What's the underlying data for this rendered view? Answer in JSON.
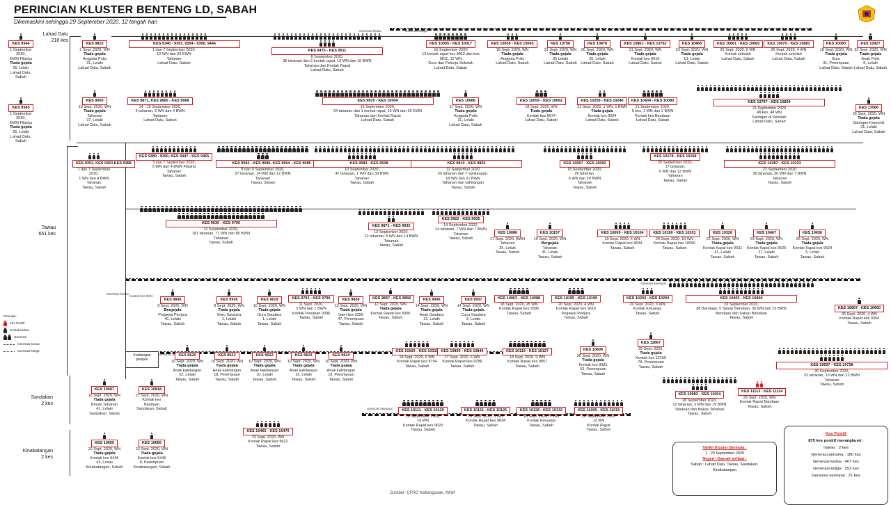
{
  "header": {
    "title": "PERINCIAN KLUSTER BENTENG LD, SABAH",
    "subtitle": "Dikemaskini sehingga 29 September 2020, 12 tengah hari"
  },
  "regions": {
    "lahad_datu": "Lahad Datu\n218 kes",
    "tawau": "Tawau\n651 kes",
    "sandakan": "Sandakan\n2 kes",
    "kinabatangan": "Kinabatangan\n2 kes"
  },
  "nodes": [
    {
      "id": "k9344",
      "label": "KES 9344",
      "detail": "1 September 2020,\nEWN Filipina",
      "tg": "Tiada gejala",
      "after": "55 Lelaki\nLahad Datu, Sabah"
    },
    {
      "id": "k9345",
      "label": "KES 9345",
      "detail": "1 September 2020,\nEWN Filipina",
      "tg": "Tiada gejala",
      "after": "26, Lelaki\nLahad Datu, Sabah"
    },
    {
      "id": "k9815",
      "label": "KES 9815",
      "detail": "2 Sept. 2020, WN",
      "tg": "Tiada gejala",
      "after": "Anggota Polis\n31, Lelaki\nLahad Datu, Sabah"
    },
    {
      "id": "k9346",
      "label": "KES 9346 - 9353, 9354 - 9356, 9446",
      "detail": "1 dan 7 September 2020,\n12 WN dan 26 EWN\nTahanan\nLahad Datu, Sabah",
      "tg": "",
      "after": ""
    },
    {
      "id": "k6475",
      "label": "KES 6475 - KES 9511",
      "detail": "8 September 2020,\n35 tahanan dan 2 kontak rapat, 13 WN dan 10 BWN\nTahanan dan Kontak Rapat\nLahad Datu, Sabah",
      "tg": "",
      "after": ""
    },
    {
      "id": "k10005",
      "label": "KES 10005 - KES 10017",
      "detail": "15 September 2020\n13 kontak rapat kes 9812 dan kes 9811, 12 WN\nGuru dan Pekerja Sekolah\nLahad Datu, Sabah",
      "tg": "",
      "after": ""
    },
    {
      "id": "k10058",
      "label": "KES 10058 - KES 10065",
      "detail": "18 Sept. 2020, WN",
      "tg": "Tiada gejala",
      "after": "Anggota Polis\nLahad Datu, Sabah"
    },
    {
      "id": "k10758",
      "label": "KES 10758",
      "detail": "21 Sept. 2020, WN",
      "tg": "Tiada gejala",
      "after": "35 Lelaki\nLahad Datu, Sabah"
    },
    {
      "id": "k10878",
      "label": "KES 10878",
      "detail": "26 Sept. 2020, WN",
      "tg": "Tiada gejala",
      "after": "25, Lelaki\nLahad Datu, Sabah"
    },
    {
      "id": "k10861",
      "label": "KES 10861 - KES 10762",
      "detail": "21 Sept. 2020, WN",
      "tg": "Tiada gejala",
      "after": "Kontak kes 9010\nLahad Datu, Sabah"
    },
    {
      "id": "k10468",
      "label": "KES 10468",
      "detail": "23 Sept. 2020, WN",
      "tg": "Tiada gejala",
      "after": "13, Lelaki\nLahad Datu, Sabah"
    },
    {
      "id": "k10661",
      "label": "KES 10661 - KES 10665",
      "detail": "25 Sept. 2020, 5 WN",
      "tg": "",
      "after": "Kontak sekolah\nLahad Datu, Sabah"
    },
    {
      "id": "k10670",
      "label": "KES 10670 - KES 10883",
      "detail": "26 Sept. 2020, 4 WN",
      "tg": "",
      "after": "Kontak sekolah\nLahad Datu, Sabah"
    },
    {
      "id": "k10080",
      "label": "KES 10080",
      "detail": "18 Sept. 2020, WN",
      "tg": "Tiada gejala",
      "after": "Guru\n31, Perempuan\nLahad Datu, Sabah"
    },
    {
      "id": "k10927",
      "label": "KES 10927",
      "detail": "22 Sept. 2020, WN",
      "tg": "Tiada gejala",
      "after": "Anak Polis\n5, Lelaki\nLahad Datu, Sabah"
    },
    {
      "id": "k9050",
      "label": "KES 9050",
      "detail": "18 Sept. 2020, WN",
      "tg": "Tiada gejala",
      "after": "Tahanan\n37, Lelaki\nLahad Datu, Sabah"
    },
    {
      "id": "k9871",
      "label": "KES 9871, KES 9865 - KES 9968",
      "detail": "14 - 15 September 2020,\n3 tahanan, 3 WN dan 4 BWN\nTahanan\nLahad Datu, Sabah",
      "tg": "",
      "after": ""
    },
    {
      "id": "k9870",
      "label": "KES 9870 - KES 10004",
      "detail": "16 September 2020,\n34 tahanan dan 1 kontak rapat, 15 WN dan 20 EWN\nTahanan dan Kontak Rapat\nLahad Datu, Sabah",
      "tg": "",
      "after": ""
    },
    {
      "id": "k10086",
      "label": "KES 10086",
      "detail": "17 Sept. 2020, WN",
      "tg": "Tiada gejala",
      "after": "Anggota Polis\n31, Lelaki\nLahad Datu, Sabah"
    },
    {
      "id": "k10059",
      "label": "KES 10059 - KES 10062",
      "detail": "18 Sept. 2020, WN",
      "tg": "Tiada gejala",
      "after": "Kontak kes 9974\nLahad Datu, Sabah"
    },
    {
      "id": "k10259",
      "label": "KES 10259 - KES 10240",
      "detail": "21 Sept. 2020, 1 WN, 1 BWN",
      "tg": "Tiada gejala",
      "after": "Kontak kes 9604\nLahad Datu, Sabah"
    },
    {
      "id": "k10404",
      "label": "KES 10404 - KES 10080",
      "detail": "21 September 2020,\n5 kes, 1 WN dan 2 BWN\nKontak kes Bandaan\nLahad Datu, Sabah",
      "tg": "",
      "after": ""
    },
    {
      "id": "k10797",
      "label": "KES 10797 - KES 10834",
      "detail": "21 September 2020\n48 kes, 48 WN\nSaringan di Sekolah\nLahad Datu, Sabah",
      "tg": "",
      "after": ""
    },
    {
      "id": "k13566",
      "label": "KES 13566",
      "detail": "26 Sept. 2020, WN",
      "tg": "Tiada gejala",
      "after": "Saringan Komuniti\n31, Lelaki\nLahad Datu, Sabah"
    },
    {
      "id": "k9353",
      "label": "KES 9353, KES 9363 KES 9368",
      "detail": "1 dan 3 September 2020,\n1 WN dan 4 BWN\nTahanan\nTawau, Sabah",
      "tg": "",
      "after": ""
    },
    {
      "id": "k9389",
      "label": "KES 9389 - 9390, KES 9447 - KES 9455",
      "detail": "3 dan 7 September 2020,\n5 WN dan 4 BWN Filipina\nTahanan\nTawau, Sabah",
      "tg": "",
      "after": ""
    },
    {
      "id": "k9582",
      "label": "KES 9582 - KES 9586, KES 9564 - KES 9585",
      "detail": "8 dan 9 September 2020,\n27 tahanan, 14 WN dan 12 BWN\nTahanan\nTawau, Sabah",
      "tg": "",
      "after": ""
    },
    {
      "id": "k9583",
      "label": "KES 9583 - KES 9638",
      "detail": "10 September 2020,\n47 tahanan, 1 WN dan 39 BWN\nTahanan\nTawau, Sabah",
      "tg": "",
      "after": ""
    },
    {
      "id": "k9810",
      "label": "KES 9810 - KES 9835",
      "detail": "12 September 2020\n30 tahanan dan 7 sahitangan,\n18 WN dan 21 BWN\nTahanan dan sahitangan\nTawau, Sabah",
      "tg": "",
      "after": ""
    },
    {
      "id": "k10067",
      "label": "KES 10067 - KES 10092",
      "detail": "18 September 2020,\n26 tahanan,\n6 WN dan 20 BWN\nTahanan\nTawau, Sabah",
      "tg": "",
      "after": ""
    },
    {
      "id": "k10178",
      "label": "KES 10178 - KES 10194",
      "detail": "20 September 2020,\n17 tahanan,\n5 WN dan 12 BWN\nTahanan\nTawau, Sabah",
      "tg": "",
      "after": ""
    },
    {
      "id": "k10287",
      "label": "KES 10287 - KES 10323",
      "detail": "22 September 2020\n36 tahanan, 36 WN dan 7 BWN\nTahanan\nTawau, Sabah",
      "tg": "",
      "after": ""
    },
    {
      "id": "k9630",
      "label": "KES 9630 - KES 9700",
      "detail": "11 September 2020,\n181 tahanan, 71 WN dan 80 BWN\nTahanan\nTawau, Sabah",
      "tg": "",
      "after": ""
    },
    {
      "id": "k9871b",
      "label": "KES 9871 - KES 9632",
      "detail": "13 September 2020,\n22 tahanan, 8 WN dan 14 BWN\nTahanan\nTawau, Sabah",
      "tg": "",
      "after": ""
    },
    {
      "id": "k9922",
      "label": "KES 9922 - KES 9935",
      "detail": "14 September 2020,\n14 tahanan, 7 WN dan 7 BWN\nTahanan\nTawau, Sabah",
      "tg": "",
      "after": ""
    },
    {
      "id": "k10086b",
      "label": "KES 10086",
      "detail": "17 Sept. 2020, BWN\nTahanan\n25, Lelaki\nTawau, Sabah",
      "tg": "",
      "after": ""
    },
    {
      "id": "k10157",
      "label": "KES 10157",
      "detail": "19 Sept. 2020, WN",
      "tg": "Bergejala",
      "after": "Tahanan\n41, Lelaki\nTawau, Sabah"
    },
    {
      "id": "k10099",
      "label": "KES 10099 - KES 10104",
      "detail": "19 Sept. 2020, 6 WN\nKontak Rapat kes 9634\nTawau, Sabah",
      "tg": "",
      "after": ""
    },
    {
      "id": "k10190",
      "label": "KES 10190 - KES 10201",
      "detail": "20 Sept. 2020, 10 WN\nKontak Rapat kes 10090\nTawau, Sabah",
      "tg": "",
      "after": ""
    },
    {
      "id": "k10326",
      "label": "KES 10326",
      "detail": "22 Sept. 2020, WN",
      "tg": "Tiada gejala",
      "after": "Kontak Kapal kes 9631\n41, Lelaki\nTawau, Sabah"
    },
    {
      "id": "k10467",
      "label": "KES 10467",
      "detail": "23 Sept. 2020, WN",
      "tg": "Tiada gejala",
      "after": "Kontak Kapal kes 9626\n27, Lelaki\nTawau, Sabah"
    },
    {
      "id": "k10636",
      "label": "KES 10636",
      "detail": "26 Sept. 2020, WN",
      "tg": "Tiada gejala",
      "after": "Kontak Kapal kes 9624\n3, Lelaki\nTawau, Sabah"
    },
    {
      "id": "k9836",
      "label": "KES 9836",
      "detail": "9 Sept. 2020, WN",
      "tg": "Bergejala",
      "after": "Pegawai Penjara\n40, Lelaki\nTawau, Sabah"
    },
    {
      "id": "k9936",
      "label": "KES 9936",
      "detail": "8 Sept. 2020, WN",
      "tg": "Tiada gejala",
      "after": "Guru Saudara\n1, Lelaki\nTawau, Sabah"
    },
    {
      "id": "k9619",
      "label": "KES 9619",
      "detail": "10 Sept. 2020, WN",
      "tg": "Tiada gejala",
      "after": "Guru Saudara\n1, Lelaki\nTawau, Sabah"
    },
    {
      "id": "k9791",
      "label": "KES 9791 - KES 9796",
      "detail": "11 Sept. 2020,\n5 WN dan 1 BWN",
      "tg": "",
      "after": "Kontak Penahan 9396\nTawau, Sabah"
    },
    {
      "id": "k9834",
      "label": "KES 9834",
      "detail": "12 Sept. 2020, WN",
      "tg": "Tiada gejala",
      "after": "Isteri kes 9396\n47, Perempuan\nTawau, Sabah"
    },
    {
      "id": "k9857",
      "label": "KES 9857 - KES 9858",
      "detail": "12 Sept. 2020, WN",
      "tg": "Tiada gejala",
      "after": "Kontak Rapat kes 9396\nTawau, Sabah"
    },
    {
      "id": "k9906",
      "label": "KES 9906",
      "detail": "14 Sept. 2020, WN",
      "tg": "Tiada gejala",
      "after": "Anak Saudara\n13, Lelaki\nTawau, Sabah"
    },
    {
      "id": "k9937",
      "label": "KES 9937",
      "detail": "14 Sept. 2020, WN",
      "tg": "Tiada gejala",
      "after": "Cucu Saudara\n3, Lelaki\nTawau, Sabah"
    },
    {
      "id": "k10063",
      "label": "KES 10063 - KES 10088",
      "detail": "18 Sept. 2020, 25 WN\nKontak Rapat kes 9396\nTawau, Sabah",
      "tg": "",
      "after": ""
    },
    {
      "id": "k10195",
      "label": "KES 10195 - KES 10199",
      "detail": "20 Sept. 2020, 4 WN\nKontak Rapat kes 9616\nPegawai Penjara\nTawau, Sabah",
      "tg": "",
      "after": ""
    },
    {
      "id": "k10203",
      "label": "KES 10203 - KES 10204",
      "detail": "20 Sept. 2020, 3 WN\nKontak Keluarga\nTawau, Sabah",
      "tg": "",
      "after": ""
    },
    {
      "id": "k10465",
      "label": "KES 10465 - KES 10466",
      "detail": "23 September 2020,\n86 Bandaan, 5 Saluar Bandaan, 36 WN dan 15 BWN\nBandaan dan Saluar Bandaan\nTawau, Sabah",
      "tg": "",
      "after": ""
    },
    {
      "id": "k10657",
      "label": "KES 10657 - KES 10660",
      "detail": "25 Sept. 2020, 4 WN\nKontak Rapat kes 9394\nTawau, Sabah",
      "tg": "",
      "after": ""
    },
    {
      "id": "k12667",
      "label": "KES 12667",
      "detail": "25 Sept. 2020,",
      "tg": "Tiada gejala",
      "after": "Kontak kes 12155\n79, Perempuan\nTawau, Sabah"
    },
    {
      "id": "k9620",
      "label": "KES 9620",
      "detail": "10 Sept. 2020, WN",
      "tg": "Tiada gejala",
      "after": "Anak kakitangan\n22, Lelaki\nTawau, Sabah"
    },
    {
      "id": "k9623",
      "label": "KES 9623",
      "detail": "10 Sept. 2020, WN",
      "tg": "Tiada gejala",
      "after": "Anak kakitangan\n18, Perempuan\nTawau, Sabah"
    },
    {
      "id": "k9622",
      "label": "KES 9622",
      "detail": "10 Sept. 2020, WN",
      "tg": "Tiada gejala",
      "after": "Anak kakitangan\n10, Lelaki\nTawau, Sabah"
    },
    {
      "id": "k9623b",
      "label": "KES 9623",
      "detail": "10 Sept. 2020, WN",
      "tg": "Tiada gejala",
      "after": "Anak kakitangan\n16, Lelaki\nTawau, Sabah"
    },
    {
      "id": "k9624",
      "label": "KES 9624",
      "detail": "10 Sept. 2020, WN",
      "tg": "Tiada gejala",
      "after": "Anak kakitangan\n19, Perempuan\nTawau, Sabah"
    },
    {
      "id": "k10169",
      "label": "KES 10169 - KES 10310",
      "detail": "18 Sept. 2020, 6 WN\nKontak Rapat kes 9794\nTawau, Sabah",
      "tg": "",
      "after": ""
    },
    {
      "id": "k10839",
      "label": "KES 10839 - KES 10844",
      "detail": "27 Sept. 2020, 6 WN\nKontak Rapat kes 9786\nTawau, Sabah",
      "tg": "",
      "after": ""
    },
    {
      "id": "k10119",
      "label": "KES 10119 - KES 10127",
      "detail": "18 Sept. 2020, 9 WN\nKontak Rapat kes 9857\nTawau, Sabah",
      "tg": "",
      "after": ""
    },
    {
      "id": "k10606",
      "label": "KES 10606",
      "detail": "26 Sept. 2020, WN",
      "tg": "Tiada gejala",
      "after": "Kontak kes 9931\n53, Perempuan\nTawau, Sabah"
    },
    {
      "id": "k10111",
      "label": "KES 10111 - KES 10120",
      "detail": "18 September 2020,\n10 WN\nKontak Rapat kes 9629\nTawau, Sabah",
      "tg": "",
      "after": ""
    },
    {
      "id": "k10121",
      "label": "KES 10121 - KES 10125",
      "detail": "18 Sept. 2020, 5 WN\nKontak Rapat kes 9834\nTawau, Sabah",
      "tg": "",
      "after": ""
    },
    {
      "id": "k10128",
      "label": "KES 10128 - KES 10132",
      "detail": "18 Sept. 2020, 5 WN\nKontak Keluarga\nTawau, Sabah",
      "tg": "",
      "after": ""
    },
    {
      "id": "k11005",
      "label": "KES 11005 - KES 11015",
      "detail": "26 September 2020\n12 WN\nKontak Rapat\nTawau, Sabah",
      "tg": "",
      "after": ""
    },
    {
      "id": "k10983",
      "label": "KES 10983 - KES 11004",
      "detail": "28 September 2020,\n22 tahanan, 3 WN dan 19 BWN\nTahanan dan Bekas Tahanan\nTawau, Sabah",
      "tg": "",
      "after": ""
    },
    {
      "id": "k11113",
      "label": "KES 11113 - KES 11114",
      "detail": "29 Sept. 2020, WN\nKontak Rapat Bandaan\nTawau, Sabah",
      "tg": "",
      "after": ""
    },
    {
      "id": "k10697",
      "label": "KES 10697 - KES 10728",
      "detail": "26 September 2020,\n32 tahanan, 10 WN dan 22 BWN\nTahanan\nTawau, Sabah",
      "tg": "",
      "after": ""
    },
    {
      "id": "k10465b",
      "label": "KES 10465 - KES 10470",
      "detail": "23 Sept. 2020, WN\nKontak Rapat kes 9622\nTawau, Sabah",
      "tg": "",
      "after": ""
    },
    {
      "id": "k10587",
      "label": "KES 10587",
      "detail": "16 Sept. 2020, WN",
      "tg": "Tiada gejala",
      "after": "Besan Tahanan\n41, Lelaki\nSandakan, Sabah"
    },
    {
      "id": "k10818",
      "label": "KES 10818",
      "detail": "27 Sept. 2020, WN",
      "tg": "",
      "after": "Kontak kes\nBandaan\nSandakan, Sabah"
    },
    {
      "id": "k10655",
      "label": "KES 10655",
      "detail": "20 Sept. 2020, WN",
      "tg": "Tiada gejala",
      "after": "Kontak kes 9446\n43, Lelaki\nKinabatangan, Sabah"
    },
    {
      "id": "k10656",
      "label": "KES 10656",
      "detail": "23 Sept. 2020, WN",
      "tg": "Tiada gejala",
      "after": "Kontak kes 9446\n8, Perempuan\nKinabatangan, Sabah"
    }
  ],
  "notes": {
    "generasi_kedua": "Generasi kedua",
    "generasi_ketiga": "Generasi ketiga",
    "generasi_keempat": "Generasi keempat",
    "kontak_kes_9391": "Kontak kes 9391",
    "kakitangan_penjara": "Kakitangan\npenjara"
  },
  "legend": {
    "heading": "Petunjuk:",
    "positive": "Kes Positif",
    "close_contact": "Kontak kedua",
    "others": "Generasi",
    "gen2": "Generasi kedua",
    "gen3": "Generasi ketiga"
  },
  "summary_date": {
    "heading": "Tarikh Kluster Bermula :",
    "value": "1 - 29 September 2020",
    "heading2": "Negeri / Daerah terlibat :",
    "value2": "Sabah : Lahad Datu, Tawau, Sandakan,\nKinabatangan"
  },
  "summary_cases": {
    "heading": "Kes Positif",
    "total": "875 kes positif merangkumi :",
    "index": "Indeks : 2 kes",
    "gen1": "Generasi pertama : 180 kes",
    "gen2": "Generasi kedua : 407 kes",
    "gen3": "Generasi ketiga : 253 kes",
    "gen4": "Generasi keempat : 31 kes"
  },
  "source": "Sumber: CPRC Kebangsaan, KKM",
  "colors": {
    "box_border": "#d21b1b",
    "icon": "#222222",
    "positive_icon": "#e02020"
  }
}
